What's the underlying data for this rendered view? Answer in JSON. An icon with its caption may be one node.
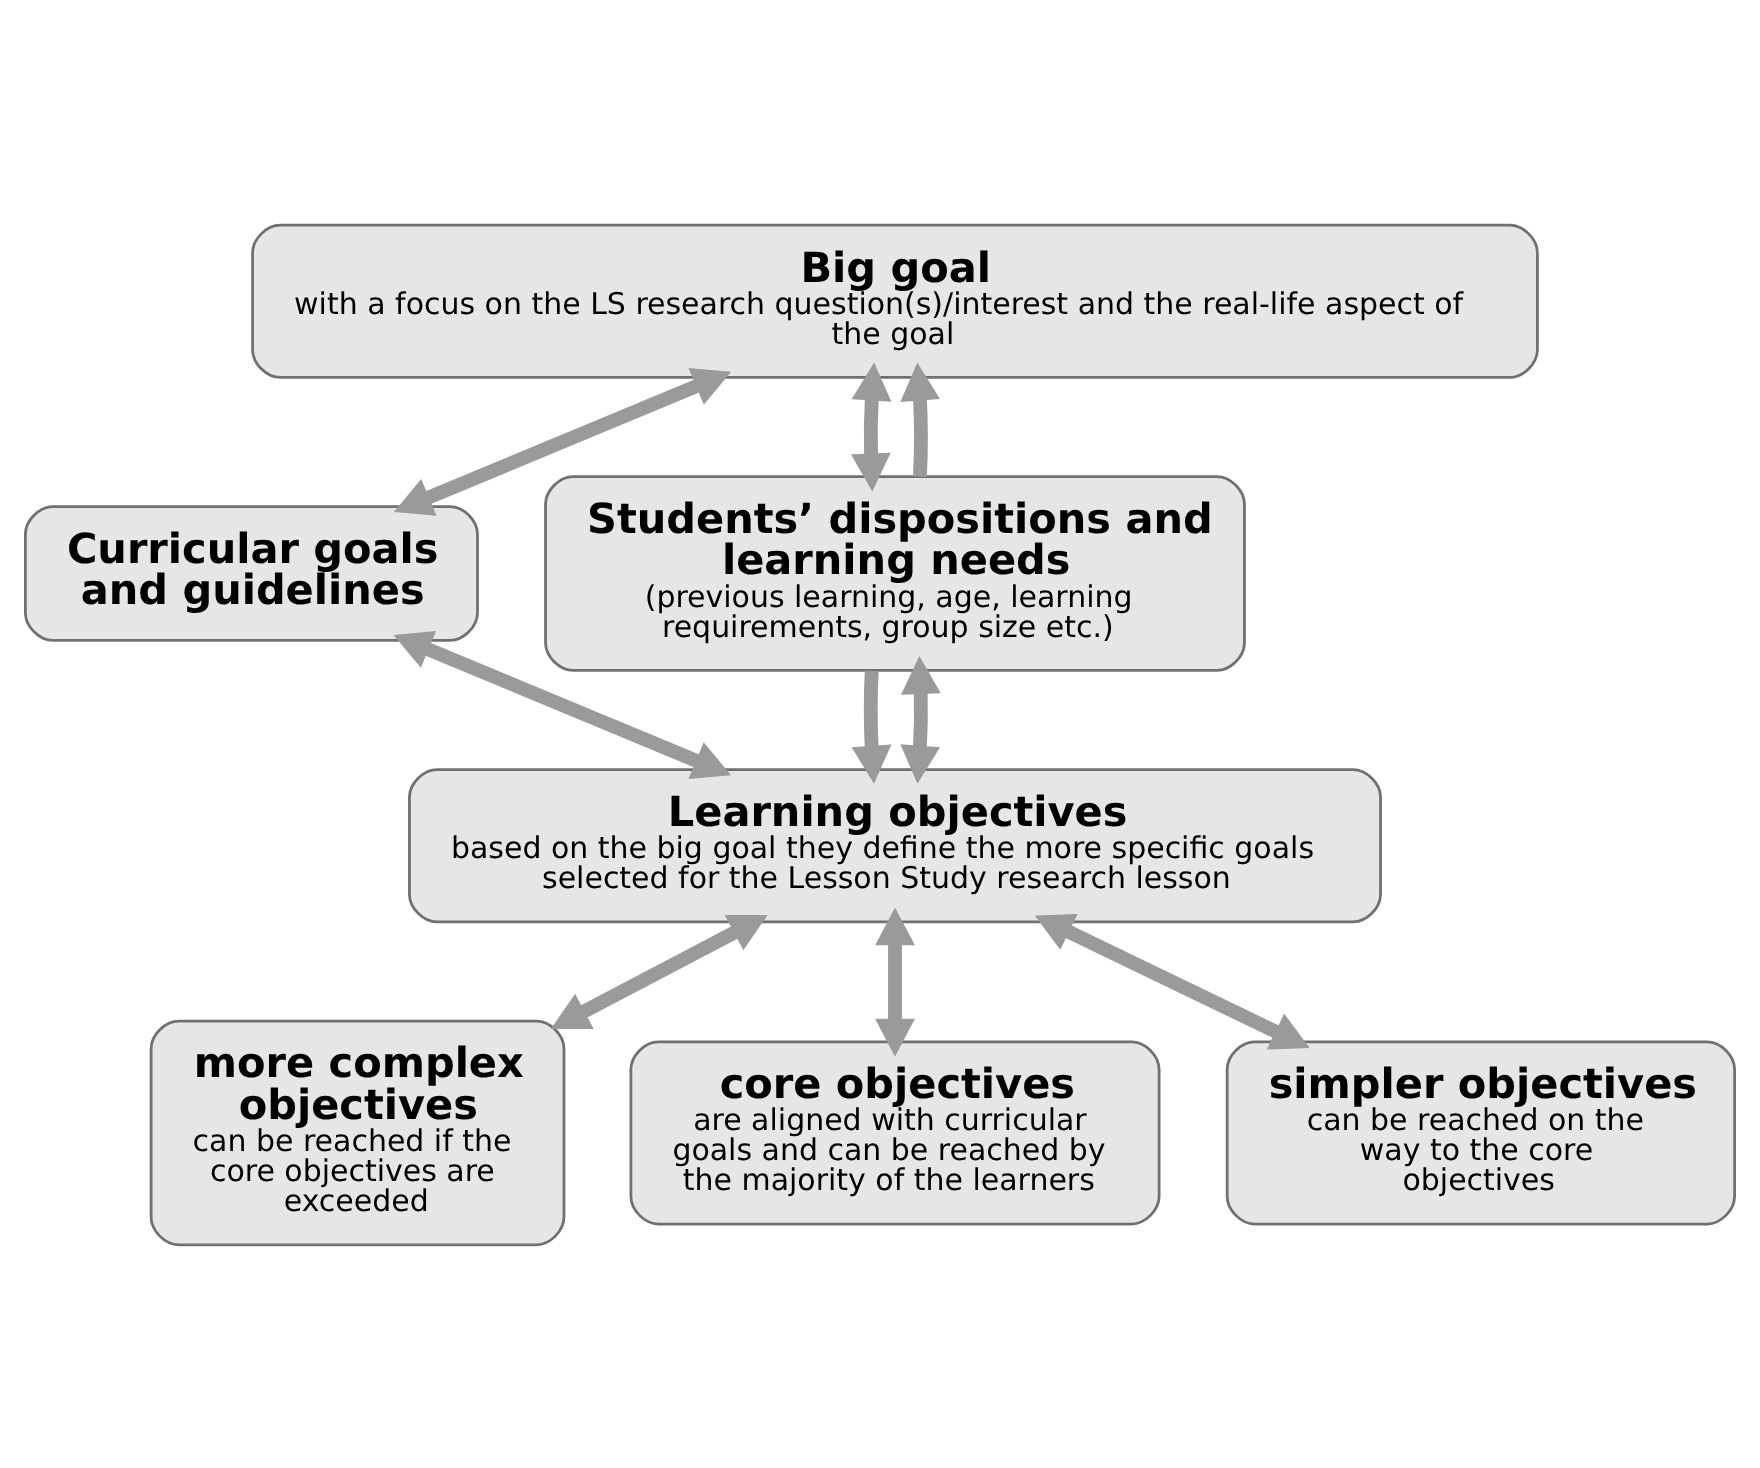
{
  "diagram": {
    "nodes": [
      {
        "text": [
          "Big goal",
          "with a focus on the LS research question(s)/interest and the real-life aspect of the goal"
        ]
      },
      {
        "text": [
          "Curricular goals and guidelines"
        ]
      },
      {
        "text": [
          "Students’ dispositions and learning needs",
          "(previous learning, age, learning requirements, group size etc.)"
        ]
      },
      {
        "text": [
          "Learning objectives",
          "based on the big goal they define the more specific goals selected for the Lesson Study research lesson"
        ]
      },
      {
        "text": [
          "more complex objectives",
          "can be reached if the core objectives are exceeded"
        ]
      },
      {
        "text": [
          "core objectives",
          "are aligned with curricular goals and can be reached by the majority of the learners"
        ]
      },
      {
        "text": [
          "simpler objectives",
          "can be reached on the way to the core objectives"
        ]
      }
    ],
    "edges": [
      {
        "from": 0,
        "to": 1,
        "arrow": "both"
      },
      {
        "from": 2,
        "to": 0,
        "arrow": "to"
      },
      {
        "from": 0,
        "to": 2,
        "arrow": "both"
      },
      {
        "from": 1,
        "to": 3,
        "arrow": "both"
      },
      {
        "from": 2,
        "to": 3,
        "arrow": "to"
      },
      {
        "from": 2,
        "to": 3,
        "arrow": "both"
      },
      {
        "from": 3,
        "to": 4,
        "arrow": "both"
      },
      {
        "from": 3,
        "to": 5,
        "arrow": "both"
      },
      {
        "from": 3,
        "to": 6,
        "arrow": "both"
      }
    ]
  }
}
